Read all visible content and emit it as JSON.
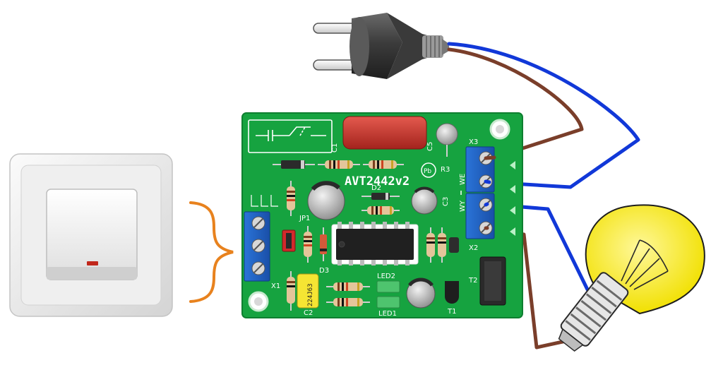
{
  "board": {
    "name": "AVT2442v2",
    "labels": {
      "c1": "C1",
      "c2": "C2",
      "c3": "C3",
      "c5": "C5",
      "r3": "R3",
      "d2": "D2",
      "d3": "D3",
      "jp1": "JP1",
      "x1": "X1",
      "x2": "X2",
      "x3": "X3",
      "t1": "T1",
      "t2": "T2",
      "led1": "LED1",
      "led2": "LED2",
      "terminal_wy": "WY",
      "terminal_we": "WE",
      "c2_marking": "224J63",
      "pb": "Pb"
    }
  },
  "colors": {
    "pcb": "#16a340",
    "terminal_block": "#1f63c6",
    "wire_blue": "#1138d8",
    "wire_brown": "#7a3e2a",
    "brace": "#e8821e",
    "bulb_glass": "#f6ec1c",
    "capacitor_c1": "#c8312b"
  },
  "icons": [
    "wall-switch-icon",
    "power-plug-icon",
    "light-bulb-icon",
    "curly-brace-icon"
  ]
}
